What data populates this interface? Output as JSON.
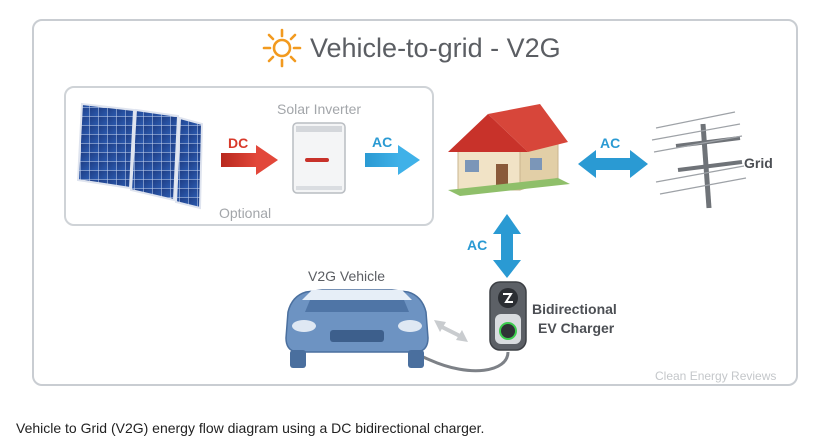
{
  "title": "Vehicle-to-grid - V2G",
  "labels": {
    "solar_inverter": "Solar Inverter",
    "optional": "Optional",
    "dc": "DC",
    "ac_inverter_to_house": "AC",
    "ac_house_grid": "AC",
    "ac_house_charger": "AC",
    "grid": "Grid",
    "vehicle": "V2G Vehicle",
    "charger_line1": "Bidirectional",
    "charger_line2": "EV Charger"
  },
  "credit": "Clean Energy Reviews",
  "caption": "Vehicle to Grid (V2G) energy flow diagram using a DC bidirectional charger.",
  "colors": {
    "ac_arrow": "#2a9ad3",
    "dc_arrow": "#d83a2b",
    "sun": "#f29a1f",
    "car": "#5f87b9",
    "roof": "#c8322a"
  }
}
